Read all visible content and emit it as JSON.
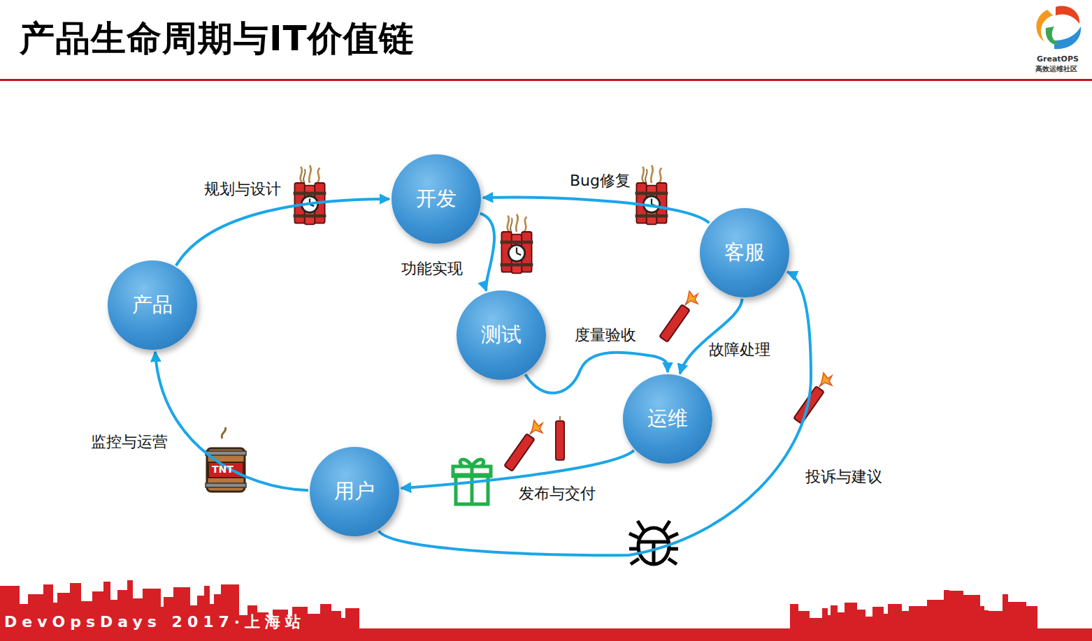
{
  "diagram": {
    "title": "产品生命周期与IT价值链",
    "nodes": [
      {
        "text": [
          "产品"
        ]
      },
      {
        "text": [
          "开发"
        ]
      },
      {
        "text": [
          "测试"
        ]
      },
      {
        "text": [
          "客服"
        ]
      },
      {
        "text": [
          "运维"
        ]
      },
      {
        "text": [
          "用户"
        ]
      }
    ],
    "edges": [
      {
        "from": 0,
        "to": 1,
        "label": "规划与设计",
        "arrow": "to"
      },
      {
        "from": 1,
        "to": 2,
        "label": "功能实现",
        "arrow": "to"
      },
      {
        "from": 3,
        "to": 1,
        "label": "Bug修复",
        "arrow": "to"
      },
      {
        "from": 2,
        "to": 4,
        "label": "度量验收",
        "arrow": "to"
      },
      {
        "from": 3,
        "to": 4,
        "label": "故障处理",
        "arrow": "to"
      },
      {
        "from": 4,
        "to": 5,
        "label": "发布与交付",
        "arrow": "to"
      },
      {
        "from": 5,
        "to": 3,
        "label": "投诉与建议",
        "arrow": "to"
      },
      {
        "from": 5,
        "to": 0,
        "label": "监控与运营",
        "arrow": "to"
      }
    ],
    "labels": [
      "GreatOPS",
      "高效运维社区",
      "TNT",
      "DevOpsDays 2017·上海站"
    ]
  }
}
